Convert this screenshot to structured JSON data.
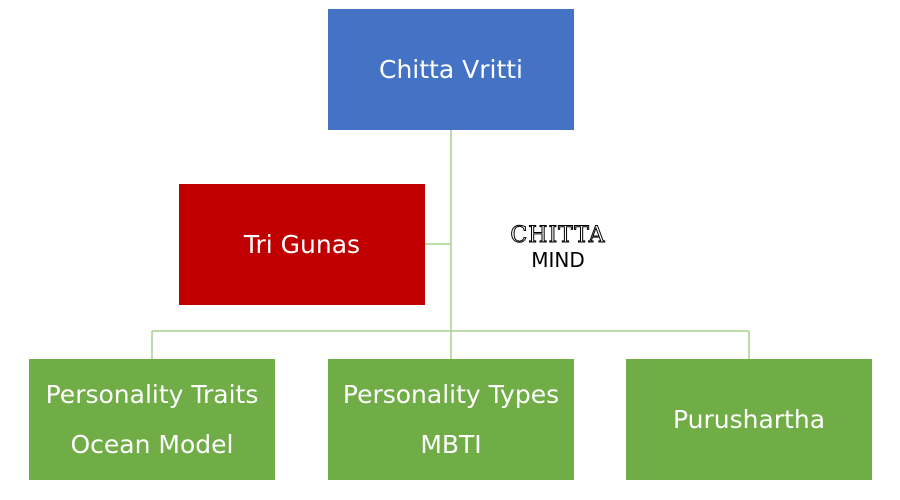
{
  "diagram": {
    "root": {
      "label": "Chitta Vritti",
      "color": "#4472c4"
    },
    "assistant": {
      "label": "Tri Gunas",
      "color": "#c00000"
    },
    "children": [
      {
        "lines": [
          "Personality Traits",
          "Ocean Model"
        ],
        "color": "#70ad47"
      },
      {
        "lines": [
          "Personality Types",
          "MBTI"
        ],
        "color": "#70ad47"
      },
      {
        "lines": [
          "Purushartha"
        ],
        "color": "#70ad47"
      }
    ],
    "connector_color": "#a9d18e",
    "annotation": {
      "line1": "CHITTA",
      "line2": "MIND"
    }
  }
}
